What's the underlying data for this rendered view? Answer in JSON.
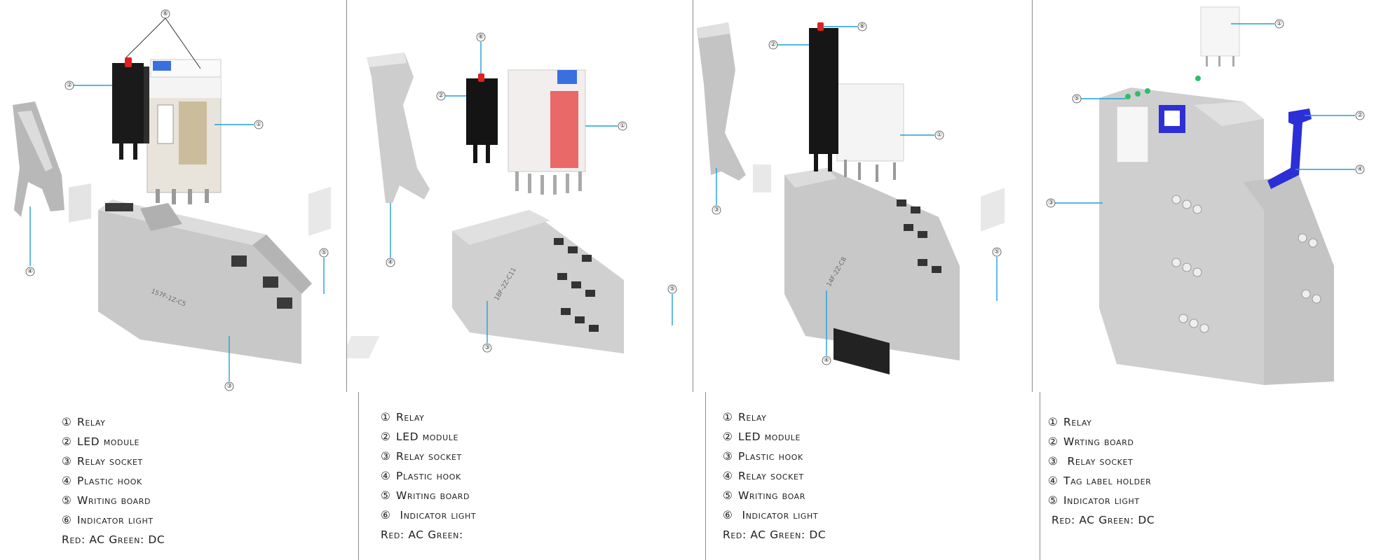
{
  "callout_numbers": [
    "①",
    "②",
    "③",
    "④",
    "⑤",
    "⑥"
  ],
  "colors": {
    "leader": "#1ea0d8",
    "socket": "#c8c8c8",
    "socket_dark": "#9d9d9d",
    "module": "#1a1a1a",
    "led_red": "#e02020",
    "led_green": "#2cbf6a",
    "blue_part": "#2c2fd6",
    "relay_red": "#e85050"
  },
  "panels": [
    {
      "socket_label": "157F-1Z-C5",
      "legend": [
        {
          "num": "①",
          "text": "Relay"
        },
        {
          "num": "②",
          "text": "LED module"
        },
        {
          "num": "③",
          "text": "Relay socket"
        },
        {
          "num": "④",
          "text": "Plastic hook"
        },
        {
          "num": "⑤",
          "text": "Writing board"
        },
        {
          "num": "⑥",
          "text": "Indicator light"
        }
      ],
      "note": "Red: AC Green: DC"
    },
    {
      "socket_label": "18F-2Z-C11",
      "legend": [
        {
          "num": "①",
          "text": "Relay"
        },
        {
          "num": "②",
          "text": "LED module"
        },
        {
          "num": "③",
          "text": "Relay socket"
        },
        {
          "num": "④",
          "text": "Plastic hook"
        },
        {
          "num": "⑤",
          "text": "Writing board"
        },
        {
          "num": "⑥",
          "text": " Indicator light"
        }
      ],
      "note": "Red: AC Green:"
    },
    {
      "socket_label": "14F-2Z-C8",
      "legend": [
        {
          "num": "①",
          "text": "Relay"
        },
        {
          "num": "②",
          "text": "LED module"
        },
        {
          "num": "③",
          "text": "Plastic hook"
        },
        {
          "num": "④",
          "text": "Relay socket"
        },
        {
          "num": "⑤",
          "text": "Writing boar"
        },
        {
          "num": "⑥",
          "text": " Indicator light"
        }
      ],
      "note": "Red: AC Green: DC"
    },
    {
      "socket_label": "",
      "legend": [
        {
          "num": "①",
          "text": "Relay"
        },
        {
          "num": "②",
          "text": "Wrting board"
        },
        {
          "num": "③",
          "text": " Relay socket"
        },
        {
          "num": "④",
          "text": "Tag label holder"
        },
        {
          "num": "⑤",
          "text": "Indicator light"
        }
      ],
      "note": "Red: AC Green: DC"
    }
  ]
}
